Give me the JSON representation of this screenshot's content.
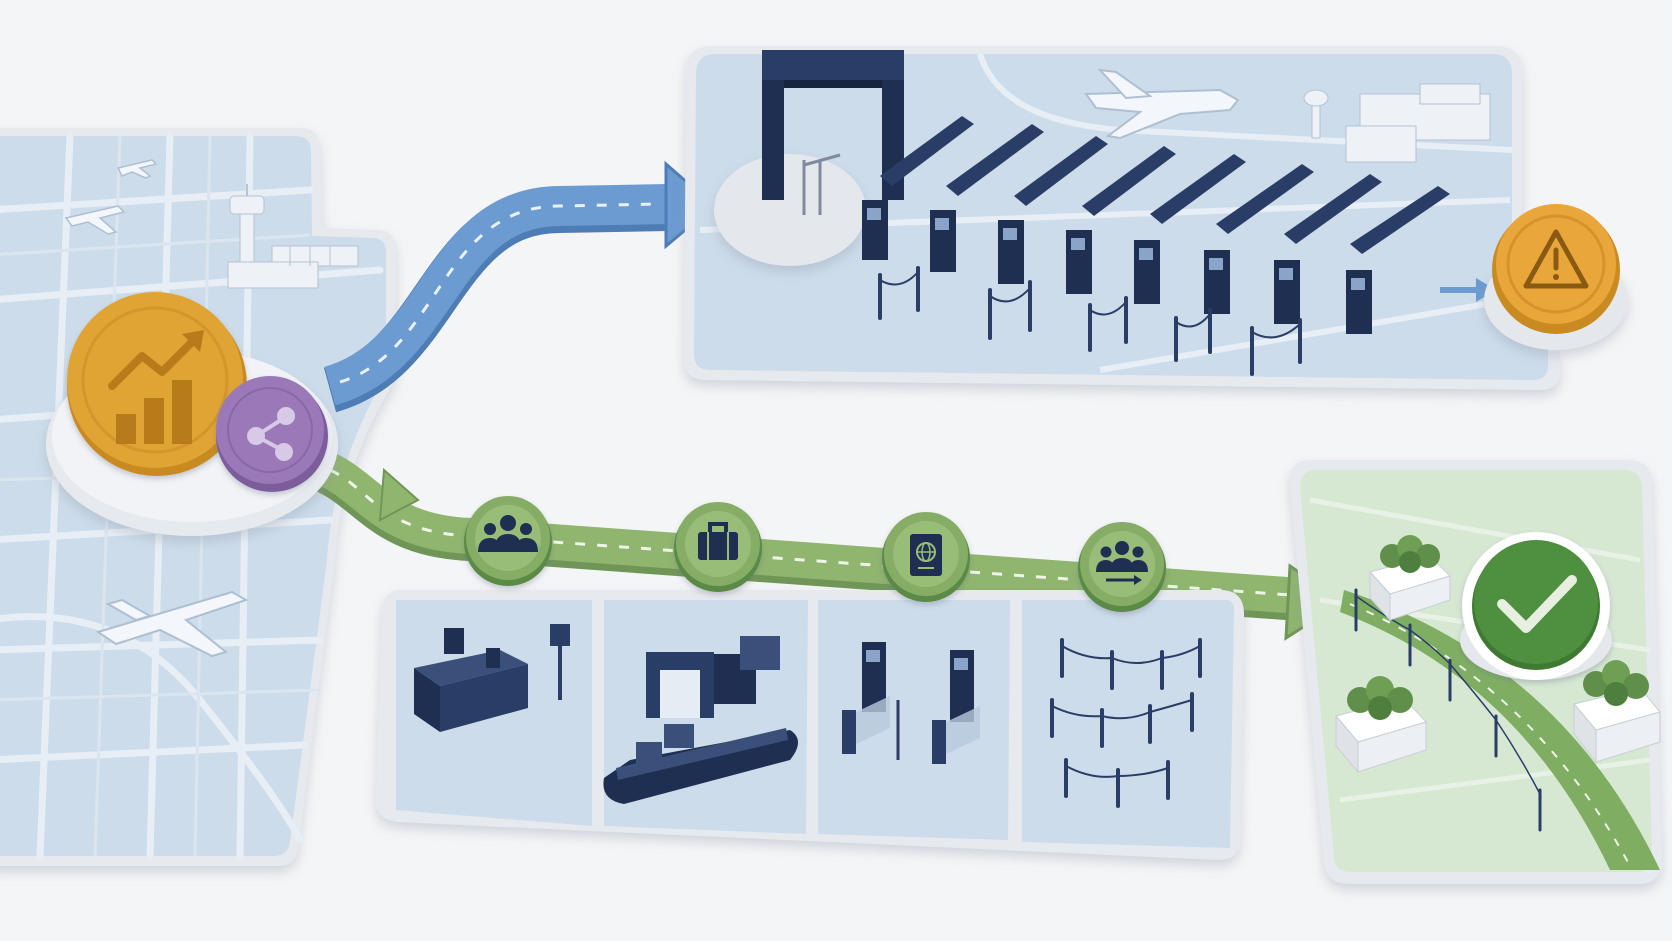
{
  "diagram": {
    "palette": {
      "background": "#f4f5f7",
      "map_blue": "#cddcea",
      "map_street": "#e8eef5",
      "map_edge": "#d7dde5",
      "navy": "#2a3d66",
      "navy_dark": "#1f2f52",
      "route_blue": "#6b9bd1",
      "route_green": "#8fb56e",
      "badge_green": "#86ad66",
      "badge_green_dark": "#5a8a45",
      "gold": "#e0a436",
      "gold_dark": "#c98a22",
      "purple": "#9b79b8",
      "warning_orange": "#e9a63a",
      "success_green": "#4f8f3f",
      "success_area": "#d6e8d2",
      "white": "#ffffff"
    },
    "start_node": {
      "primary_icon": "growth-chart-icon",
      "secondary_icon": "network-share-icon"
    },
    "upper_path": {
      "route_color": "blue",
      "zone": "congested-checkpoint",
      "icons": [
        "security-arch-icon",
        "kiosk-lane-icon",
        "stanchion-icon",
        "airplane-icon",
        "control-tower-icon",
        "terminal-building-icon"
      ],
      "outcome_icon": "warning-icon"
    },
    "lower_path": {
      "route_color": "green",
      "steps": [
        {
          "icon": "group-icon",
          "scene": "check-in-desk"
        },
        {
          "icon": "luggage-icon",
          "scene": "baggage-scanner"
        },
        {
          "icon": "passport-icon",
          "scene": "passport-gates"
        },
        {
          "icon": "group-move-icon",
          "scene": "queue-stanchions"
        }
      ],
      "outcome_icon": "checkmark-icon"
    }
  }
}
